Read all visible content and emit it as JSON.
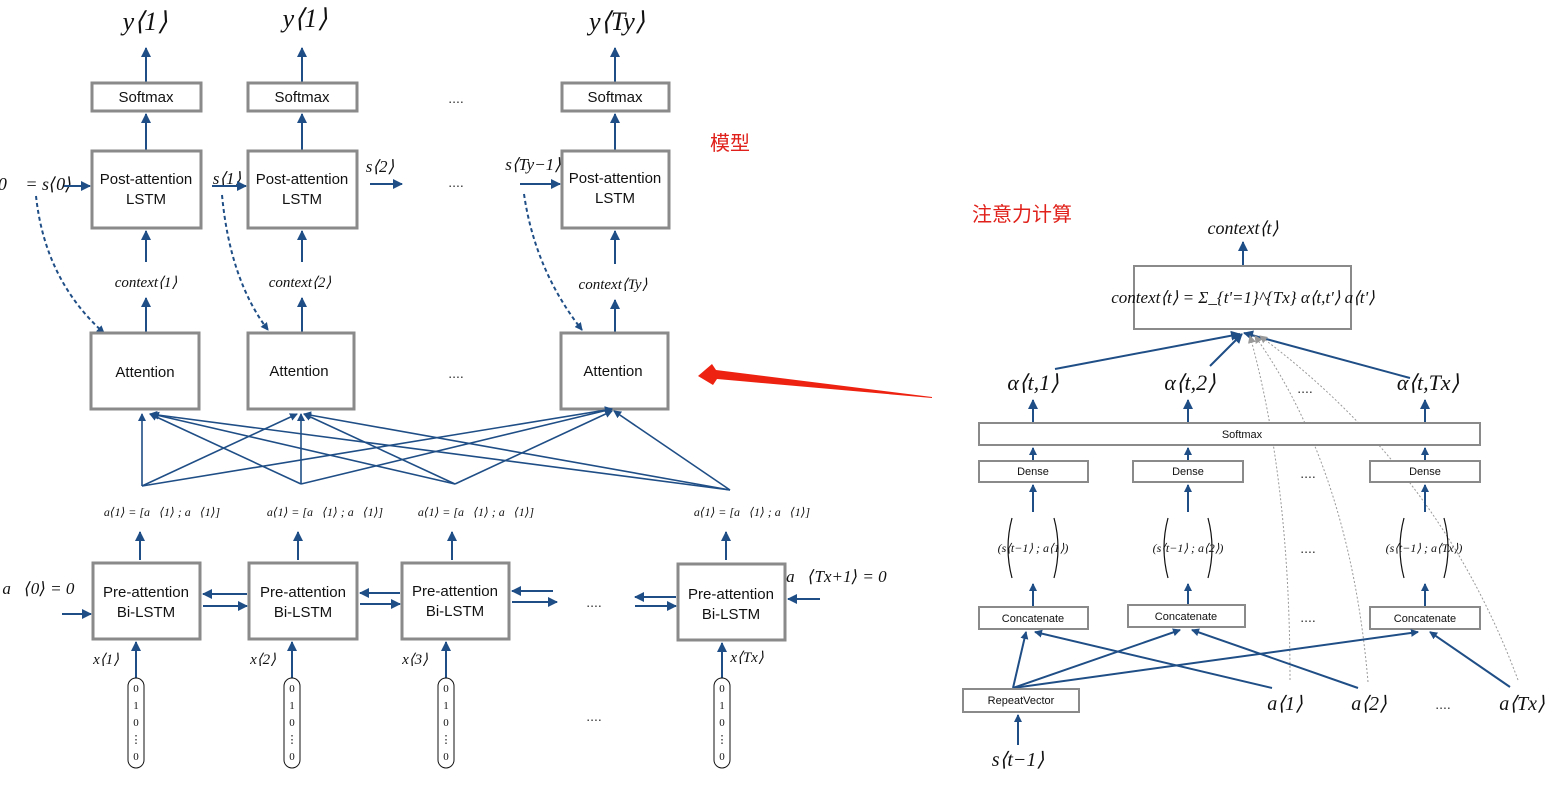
{
  "labels": {
    "softmax": "Softmax",
    "post_attention_line1": "Post-attention",
    "post_attention_line2": "LSTM",
    "attention": "Attention",
    "pre_attention_line1": "Pre-attention",
    "pre_attention_line2": "Bi-LSTM",
    "dense": "Dense",
    "concatenate": "Concatenate",
    "repeat_vector": "RepeatVector",
    "ellipsis": "...."
  },
  "annotations": {
    "model": "模型",
    "attention_calc": "注意力计算"
  },
  "math": {
    "y1": "y⟨1⟩",
    "y2": "y⟨1⟩",
    "yTy": "y⟨Ty⟩",
    "s0_init": "0⃗ = s⟨0⟩",
    "s1": "s⟨1⟩",
    "s2": "s⟨2⟩",
    "sTy_minus1": "s⟨Ty−1⟩",
    "context1": "context⟨1⟩",
    "context2": "context⟨2⟩",
    "contextTy": "context⟨Ty⟩",
    "a1_vec": "a⟨1⟩ = [a⃗⟨1⟩ ; a⃖⟨1⟩]",
    "a0_init": "a⃗⟨0⟩ = 0⃗",
    "aTx1_init": "a⃖⟨Tx+1⟩ = 0⃗",
    "x1": "x⟨1⟩",
    "x2": "x⟨2⟩",
    "x3": "x⟨3⟩",
    "xTx": "x⟨Tx⟩",
    "onehot": [
      "0",
      "1",
      "0",
      "⋮",
      "0"
    ],
    "context_t": "context⟨t⟩",
    "context_formula": "context⟨t⟩ = Σ_{t'=1}^{Tx} α⟨t,t'⟩ a⟨t'⟩",
    "alpha_t1": "α⟨t,1⟩",
    "alpha_t2": "α⟨t,2⟩",
    "alpha_tTx": "α⟨t,Tx⟩",
    "s_prev_a1": "(s⟨t−1⟩ ; a⟨1⟩)",
    "s_prev_a2": "(s⟨t−1⟩ ; a⟨2⟩)",
    "s_prev_aTx": "(s⟨t−1⟩ ; a⟨Tx⟩)",
    "a1": "a⟨1⟩",
    "a2": "a⟨2⟩",
    "aTx": "a⟨Tx⟩",
    "s_t_minus1": "s⟨t−1⟩"
  },
  "colors": {
    "arrow": "#1f4e86",
    "box_border": "#8a8a8a",
    "annotation": "#e0201a",
    "pointer_arrow": "#ee2211"
  }
}
